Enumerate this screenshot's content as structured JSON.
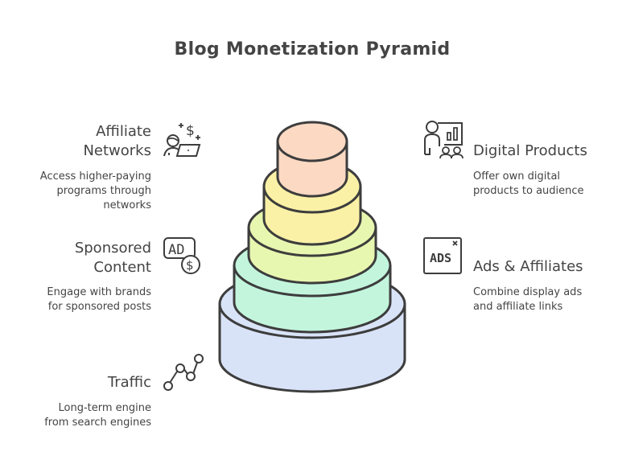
{
  "title": "Blog Monetization Pyramid",
  "colors": {
    "outline": "#3d3d3d",
    "tier_1_peach": "#fbd9c3",
    "tier_2_yellow": "#fbf1a6",
    "tier_3_lime": "#e8f7b0",
    "tier_4_mint": "#c3f5dd",
    "tier_5_blue": "#d9e3f8",
    "text": "#444444"
  },
  "tiers": [
    {
      "level": 1,
      "color": "#fbd9c3",
      "name": "peach"
    },
    {
      "level": 2,
      "color": "#fbf1a6",
      "name": "yellow"
    },
    {
      "level": 3,
      "color": "#e8f7b0",
      "name": "lime"
    },
    {
      "level": 4,
      "color": "#c3f5dd",
      "name": "mint"
    },
    {
      "level": 5,
      "color": "#d9e3f8",
      "name": "blue"
    }
  ],
  "left_items": [
    {
      "title_line1": "Affiliate",
      "title_line2": "Networks",
      "desc_line1": "Access higher-paying",
      "desc_line2": "programs through",
      "desc_line3": "networks",
      "icon": "person-laptop-dollar-icon"
    },
    {
      "title_line1": "Sponsored",
      "title_line2": "Content",
      "desc_line1": "Engage with brands",
      "desc_line2": "for sponsored posts",
      "icon": "ad-dollar-icon"
    },
    {
      "title_line1": "Traffic",
      "desc_line1": "Long-term engine",
      "desc_line2": "from search engines",
      "icon": "line-graph-icon"
    }
  ],
  "right_items": [
    {
      "title_line1": "Digital Products",
      "desc_line1": "Offer own digital",
      "desc_line2": "products to audience",
      "icon": "presenter-chart-icon"
    },
    {
      "title_line1": "Ads & Affiliates",
      "desc_line1": "Combine display ads",
      "desc_line2": "and affiliate links",
      "icon": "ads-window-icon",
      "icon_text": "ADS"
    }
  ],
  "icon_texts": {
    "ad_badge": "AD",
    "dollar": "$",
    "ads": "ADS",
    "close": "×"
  }
}
